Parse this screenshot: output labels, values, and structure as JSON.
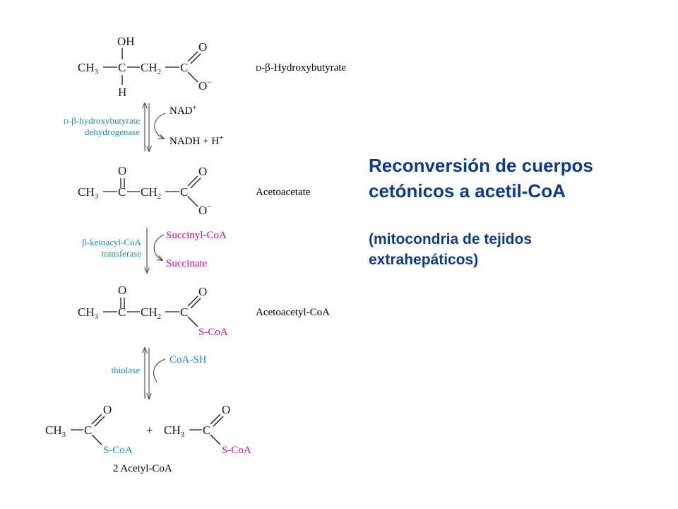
{
  "title": {
    "line1": "Reconversión de cuerpos",
    "line2": "cetónicos a acetil-CoA"
  },
  "subtitle": {
    "line1": "(mitocondria de tejidos",
    "line2": "extrahepáticos)"
  },
  "colors": {
    "title": "#0d3a8c",
    "enzyme": "#1a8db8",
    "cofactor_blue": "#1a8db8",
    "cofactor_magenta": "#d4127a",
    "structure": "#1b1b1b"
  },
  "compounds": {
    "hydroxybutyrate": {
      "name_prefix": "D",
      "name_rest": "-β-Hydroxybutyrate",
      "ch3": "CH",
      "ch2": "CH",
      "c1": "C",
      "c2": "C",
      "oh": "OH",
      "h": "H",
      "o_top": "O",
      "o_minus": "O",
      "charge": "−"
    },
    "acetoacetate": {
      "name": "Acetoacetate",
      "ch3": "CH",
      "ch2": "CH",
      "c1": "C",
      "c2": "C",
      "o_keto": "O",
      "o_top": "O",
      "o_minus": "O",
      "charge": "−"
    },
    "acetoacetyl_coa": {
      "name": "Acetoacetyl-CoA",
      "ch3": "CH",
      "ch2": "CH",
      "c1": "C",
      "c2": "C",
      "o_keto": "O",
      "o_top": "O",
      "scoa": "S-CoA"
    },
    "acetyl_coa": {
      "name": "2 Acetyl-CoA",
      "plus": "+",
      "ch3": "CH",
      "c": "C",
      "o": "O",
      "scoa": "S-CoA"
    },
    "subscripts": {
      "three": "3",
      "two": "2"
    }
  },
  "steps": [
    {
      "enzyme_prefix": "D",
      "enzyme_line1_rest": "-β-hydroxybutyrate",
      "enzyme_line2": "dehydrogenase",
      "cofactor_in": "NAD",
      "cofactor_in_charge": "+",
      "cofactor_out": "NADH + H",
      "cofactor_out_charge": "+"
    },
    {
      "enzyme_line1": "β-ketoacyl-CoA",
      "enzyme_line2": "transferase",
      "cofactor_in": "Succinyl-CoA",
      "cofactor_out": "Succinate"
    },
    {
      "enzyme_line1": "thiolase",
      "cofactor_in": "CoA-SH"
    }
  ]
}
